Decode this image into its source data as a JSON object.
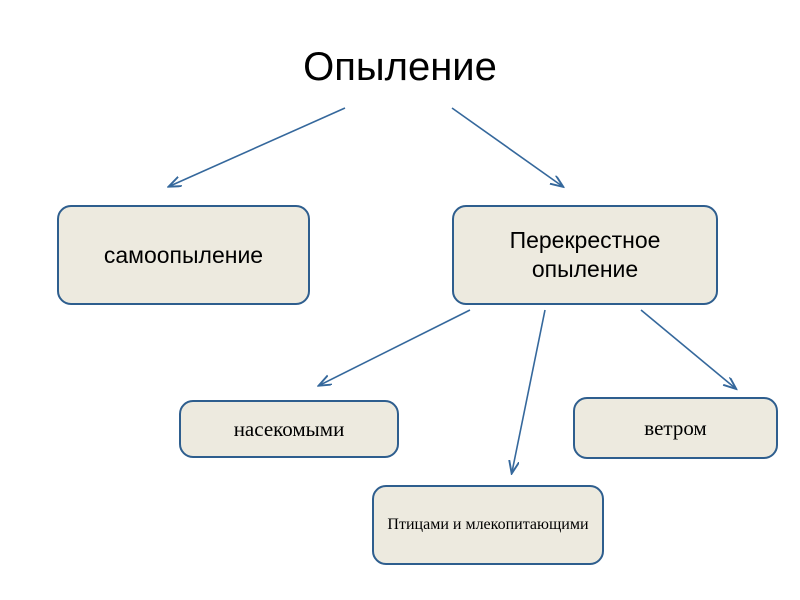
{
  "diagram": {
    "title": "Опыление",
    "nodes": [
      {
        "id": "self",
        "label": "самоопыление"
      },
      {
        "id": "cross",
        "label": "Перекрестное опыление"
      },
      {
        "id": "insects",
        "label": "насекомыми"
      },
      {
        "id": "birds",
        "label": "Птицами и млекопитающими"
      },
      {
        "id": "wind",
        "label": "ветром"
      }
    ],
    "edges": [
      {
        "from": "title",
        "to": "self"
      },
      {
        "from": "title",
        "to": "cross"
      },
      {
        "from": "cross",
        "to": "insects"
      },
      {
        "from": "cross",
        "to": "birds"
      },
      {
        "from": "cross",
        "to": "wind"
      }
    ],
    "colors": {
      "node_fill": "#edeadf",
      "node_border": "#2e5e8e",
      "connector": "#35689c",
      "text": "#000000",
      "background": "#ffffff"
    }
  }
}
